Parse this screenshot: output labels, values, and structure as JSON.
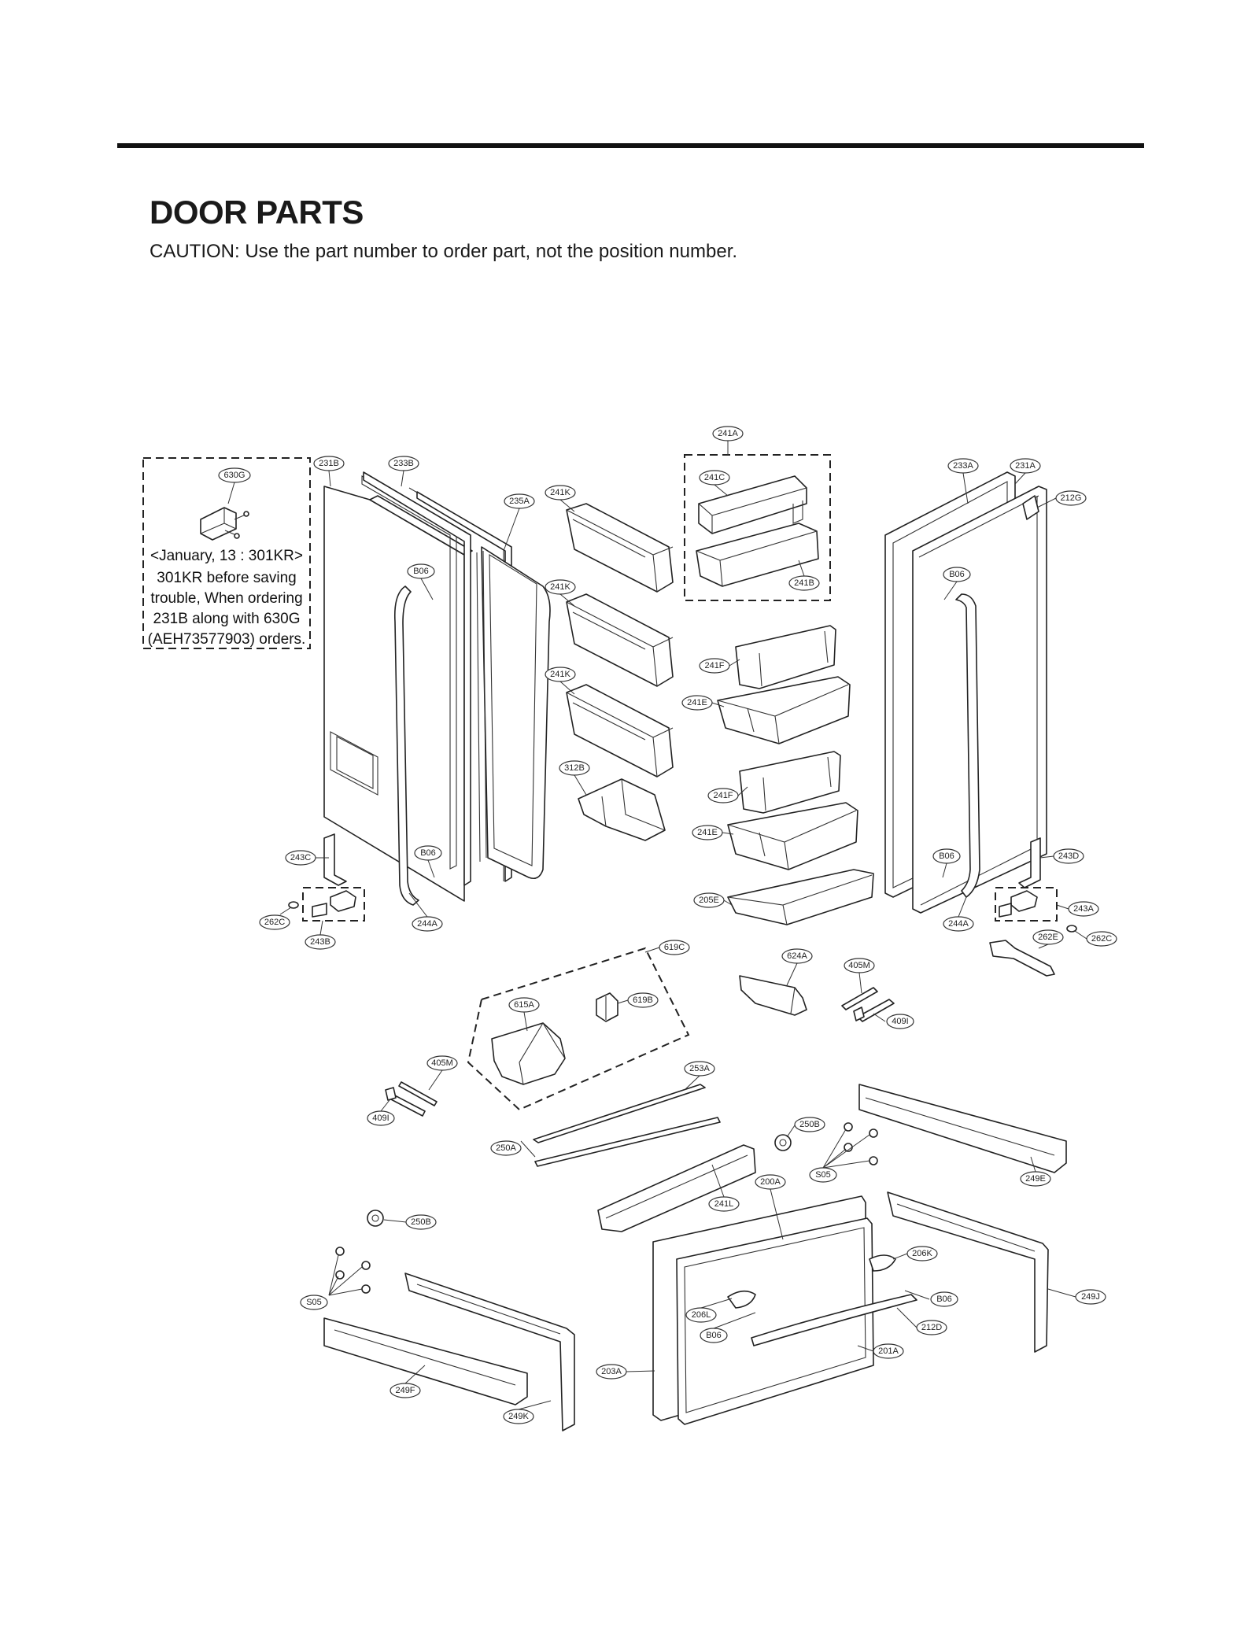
{
  "page": {
    "title": "DOOR PARTS",
    "caution": "CAUTION: Use the part number to order part, not the position number."
  },
  "note": {
    "part_label": "630G",
    "lines": [
      "<January, 13 : 301KR>",
      "301KR before saving",
      "trouble, When ordering",
      "231B along with 630G",
      "(AEH73577903) orders."
    ]
  },
  "labels": {
    "l241A": "241A",
    "l241C": "241C",
    "l241B": "241B",
    "l231B": "231B",
    "l233B": "233B",
    "l235A": "235A",
    "l241K_1": "241K",
    "l241K_2": "241K",
    "l241K_3": "241K",
    "l233A": "233A",
    "l231A": "231A",
    "l212G": "212G",
    "lB06_1": "B06",
    "lB06_2": "B06",
    "lB06_3": "B06",
    "lB06_4": "B06",
    "lB06_5": "B06",
    "lB06_6": "B06",
    "l241F_1": "241F",
    "l241E_1": "241E",
    "l312B": "312B",
    "l241F_2": "241F",
    "l241E_2": "241E",
    "l243C": "243C",
    "l262C_1": "262C",
    "l243B": "243B",
    "l244A_1": "244A",
    "l205E": "205E",
    "l243D": "243D",
    "l243A": "243A",
    "l262E": "262E",
    "l262C_2": "262C",
    "l244A_2": "244A",
    "l619C": "619C",
    "l624A": "624A",
    "l405M_1": "405M",
    "l409I_1": "409I",
    "l615A": "615A",
    "l619B": "619B",
    "l405M_2": "405M",
    "l409I_2": "409I",
    "l253A": "253A",
    "l250A": "250A",
    "l250B_1": "250B",
    "lS05_1": "S05",
    "l249E": "249E",
    "l200A": "200A",
    "l241L": "241L",
    "l250B_2": "250B",
    "l206K": "206K",
    "l249J": "249J",
    "lS05_2": "S05",
    "l206L": "206L",
    "l212D": "212D",
    "l201A": "201A",
    "l203A": "203A",
    "l249F": "249F",
    "l249K": "249K"
  }
}
